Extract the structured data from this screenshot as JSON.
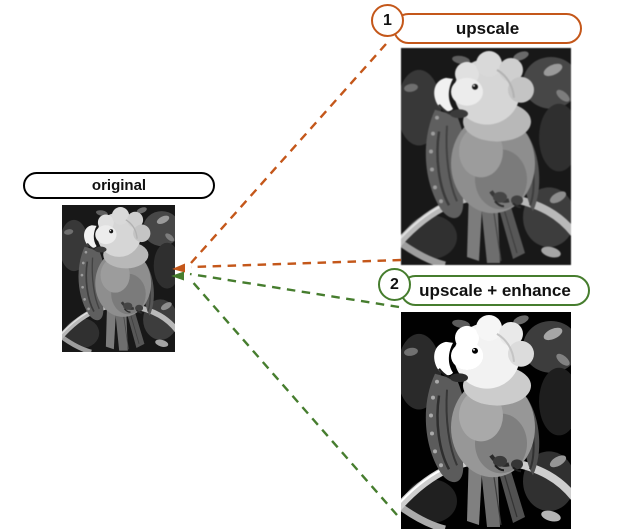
{
  "diagram": {
    "original": {
      "label": "original",
      "figure": "grayscale-parrot-photo"
    },
    "steps": [
      {
        "number": "1",
        "label": "upscale",
        "figure": "grayscale-parrot-photo-upscaled"
      },
      {
        "number": "2",
        "label": "upscale + enhance",
        "figure": "grayscale-parrot-photo-upscaled-enhanced"
      }
    ]
  },
  "colors": {
    "orange": "#C4571A",
    "green": "#467D2E",
    "ink": "#000000",
    "background": "#FFFFFF"
  }
}
